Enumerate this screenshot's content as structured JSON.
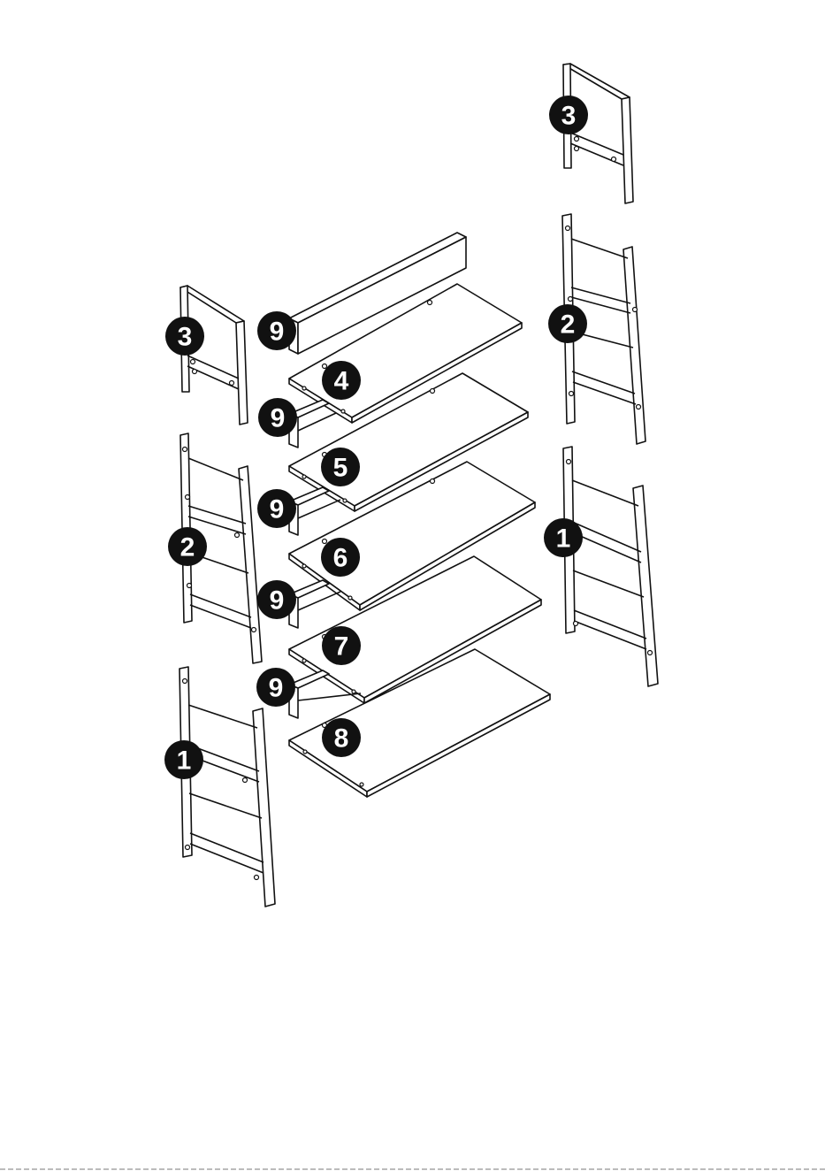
{
  "colors": {
    "ink": "#111111",
    "paper": "#ffffff"
  },
  "parts": {
    "ladder_side_front": {
      "label": "1"
    },
    "ladder_side_middle": {
      "label": "2"
    },
    "ladder_side_top": {
      "label": "3"
    },
    "shelf_top": {
      "label": "4"
    },
    "shelf_second": {
      "label": "5"
    },
    "shelf_third": {
      "label": "6"
    },
    "shelf_fourth": {
      "label": "7"
    },
    "shelf_bottom": {
      "label": "8"
    },
    "back_rail": {
      "label": "9"
    }
  }
}
